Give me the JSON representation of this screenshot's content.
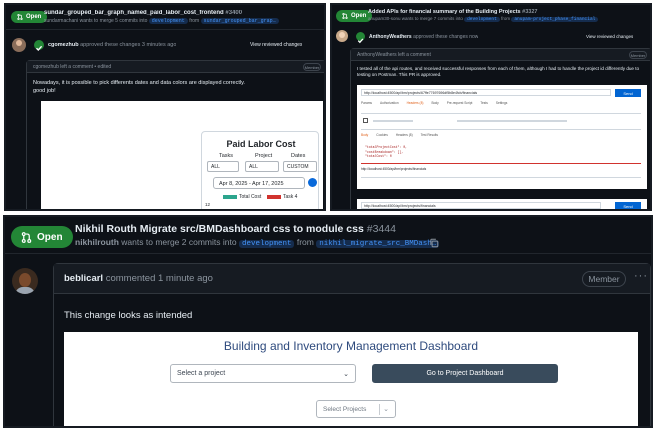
{
  "top_left": {
    "status": "Open",
    "pr_title": "sundar_grouped_bar_graph_named_paid_labor_cost_frontend",
    "pr_number": "#3400",
    "sub_author": "sundarmachani",
    "sub_text": "wants to merge 5 commits into",
    "base_branch": "development",
    "from_text": "from",
    "head_branch": "sundar_grouped_bar_grap…",
    "reviewer": "cgomezhub",
    "review_action": "approved these changes 3 minutes ago",
    "view_reviewed": "View reviewed changes",
    "comment_head": "cgomezhub left a comment • edited",
    "role": "Member",
    "comment_line1": "Nowadays, it is possible to pick differents dates and data colors are displayed correctly.",
    "comment_line2": "good job!",
    "chart_mock": {
      "title": "Paid Labor Cost",
      "filter_labels": [
        "Tasks",
        "Project",
        "Dates"
      ],
      "filter_values": [
        "ALL",
        "ALL",
        "CUSTOM"
      ],
      "date_range": "Apr 8, 2025 - Apr 17, 2025",
      "legend_total": "Total Cost",
      "legend_task": "Task 4",
      "y_tick": "12"
    }
  },
  "top_right": {
    "status": "Open",
    "pr_title": "Added APIs for financial summary of the Building Projects",
    "pr_number": "#3327",
    "sub_author": "anupam30-sonu",
    "sub_text": "wants to merge 7 commits into",
    "base_branch": "development",
    "from_text": "from",
    "head_branch": "anupam-project_phase_financial",
    "reviewer": "AnthonyWeathers",
    "review_action": "approved these changes now",
    "view_reviewed": "View reviewed changes",
    "comment_head": "AnthonyWeathers left a comment",
    "role": "Member",
    "comment_text": "I tested all of the api routes, and received successful responses from each of them, although I had to handle the project id differently due to testing on Postman. This PR is approved.",
    "postman_url": "http://localhost:4500/api/bm/projects/67ffe77697696df5b8e4fcb/financials",
    "send_label": "Send",
    "postman_tabs": [
      "Params",
      "Authorization",
      "Headers (8)",
      "Body",
      "Pre-request Script",
      "Tests",
      "Settings"
    ],
    "response_tabs": [
      "Body",
      "Cookies",
      "Headers (8)",
      "Test Results"
    ],
    "response_lines": [
      "\"totalProjectCost\": 0,",
      "\"costBreakdown\": [],",
      "\"totalCost\": 0"
    ],
    "postman_url2": "http://localhost:4500/api/bm/projects/financials",
    "send_label2": "Send"
  },
  "bottom": {
    "status": "Open",
    "pr_title": "Nikhil Routh Migrate src/BMDashboard css to module css",
    "pr_number": "#3444",
    "sub_author": "nikhilrouth",
    "sub_text": "wants to merge 2 commits into",
    "base_branch": "development",
    "from_text": "from",
    "head_branch": "nikhil_migrate_src_BMDash…",
    "commenter": "beblicarl",
    "comment_time": "commented 1 minute ago",
    "role": "Member",
    "comment_text": "This change looks as intended",
    "dashboard_title": "Building and Inventory Management Dashboard",
    "select_project_placeholder": "Select a project",
    "go_button": "Go to Project Dashboard",
    "select_projects": "Select Projects"
  }
}
